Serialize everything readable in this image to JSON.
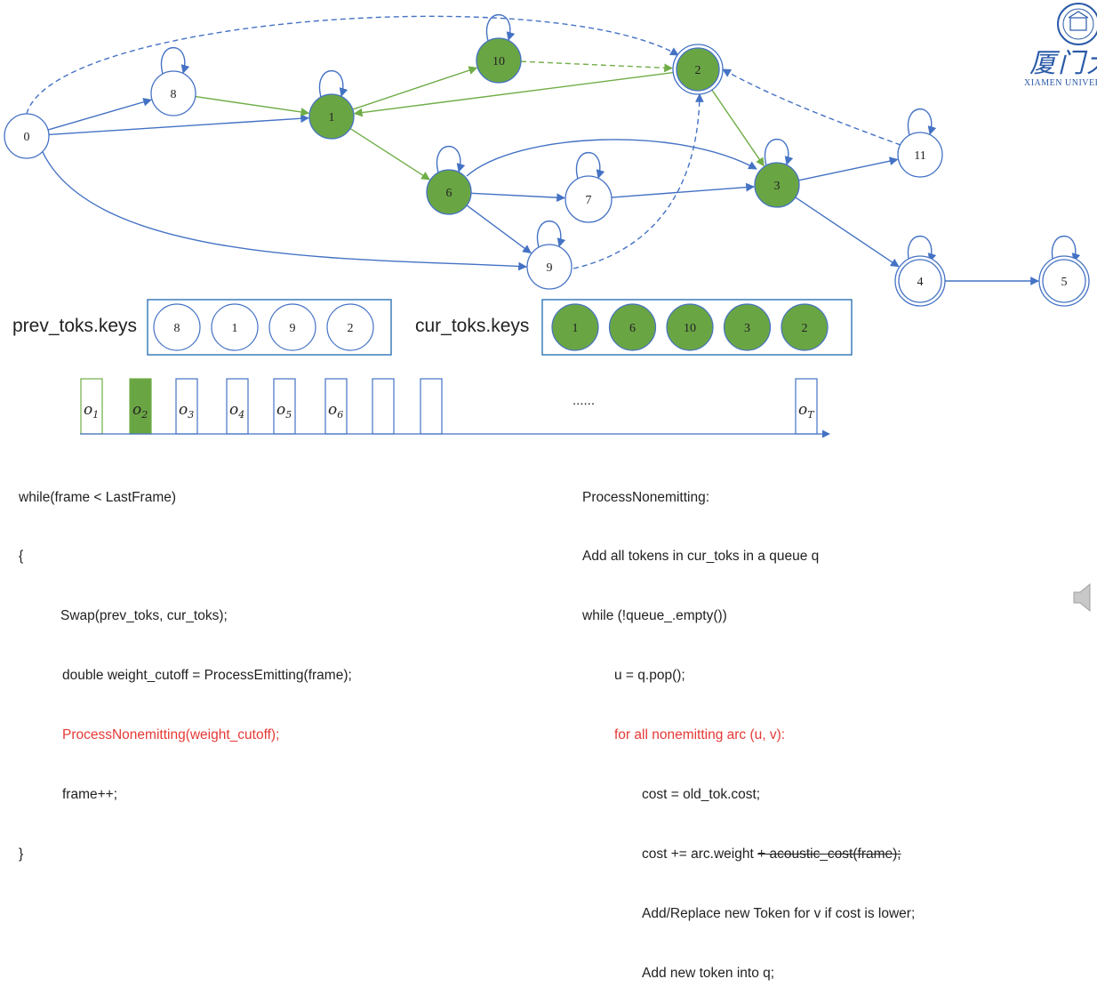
{
  "graph": {
    "nodes": [
      {
        "id": "0",
        "fill": "white"
      },
      {
        "id": "8",
        "fill": "white",
        "self_loop": true
      },
      {
        "id": "1",
        "fill": "green",
        "self_loop": true
      },
      {
        "id": "10",
        "fill": "green",
        "self_loop": true
      },
      {
        "id": "2",
        "fill": "green",
        "final": true
      },
      {
        "id": "6",
        "fill": "green",
        "self_loop": true
      },
      {
        "id": "7",
        "fill": "white",
        "self_loop": true
      },
      {
        "id": "9",
        "fill": "white",
        "self_loop": true
      },
      {
        "id": "3",
        "fill": "green",
        "self_loop": true
      },
      {
        "id": "11",
        "fill": "white",
        "self_loop": true
      },
      {
        "id": "4",
        "fill": "white",
        "self_loop": true,
        "final": true
      },
      {
        "id": "5",
        "fill": "white",
        "self_loop": true,
        "final": true
      }
    ],
    "arcs": [
      {
        "from": "0",
        "to": "2",
        "style": "dashed",
        "color": "blue"
      },
      {
        "from": "0",
        "to": "8",
        "style": "solid",
        "color": "blue"
      },
      {
        "from": "0",
        "to": "1",
        "style": "solid",
        "color": "blue"
      },
      {
        "from": "0",
        "to": "9",
        "style": "solid",
        "color": "blue"
      },
      {
        "from": "8",
        "to": "1",
        "style": "solid",
        "color": "green"
      },
      {
        "from": "1",
        "to": "10",
        "style": "solid",
        "color": "green"
      },
      {
        "from": "1",
        "to": "6",
        "style": "solid",
        "color": "green"
      },
      {
        "from": "10",
        "to": "2",
        "style": "dashed",
        "color": "green"
      },
      {
        "from": "2",
        "to": "1",
        "style": "solid",
        "color": "green"
      },
      {
        "from": "2",
        "to": "3",
        "style": "solid",
        "color": "green"
      },
      {
        "from": "11",
        "to": "2",
        "style": "dashed",
        "color": "blue"
      },
      {
        "from": "6",
        "to": "3",
        "style": "solid",
        "color": "blue"
      },
      {
        "from": "6",
        "to": "7",
        "style": "solid",
        "color": "blue"
      },
      {
        "from": "6",
        "to": "9",
        "style": "solid",
        "color": "blue"
      },
      {
        "from": "7",
        "to": "3",
        "style": "solid",
        "color": "blue"
      },
      {
        "from": "9",
        "to": "2",
        "style": "dashed",
        "color": "blue"
      },
      {
        "from": "3",
        "to": "11",
        "style": "solid",
        "color": "blue"
      },
      {
        "from": "3",
        "to": "4",
        "style": "solid",
        "color": "blue"
      },
      {
        "from": "4",
        "to": "5",
        "style": "solid",
        "color": "blue"
      }
    ]
  },
  "prev_toks": {
    "label": "prev_toks.keys",
    "keys": [
      "8",
      "1",
      "9",
      "2"
    ],
    "fill": "white"
  },
  "cur_toks": {
    "label": "cur_toks.keys",
    "keys": [
      "1",
      "6",
      "10",
      "3",
      "2"
    ],
    "fill": "green"
  },
  "timeline": {
    "frames": [
      {
        "label": "o",
        "sub": "1",
        "state": "done"
      },
      {
        "label": "o",
        "sub": "2",
        "state": "current"
      },
      {
        "label": "o",
        "sub": "3",
        "state": "pending"
      },
      {
        "label": "o",
        "sub": "4",
        "state": "pending"
      },
      {
        "label": "o",
        "sub": "5",
        "state": "pending"
      },
      {
        "label": "o",
        "sub": "6",
        "state": "pending"
      },
      {
        "label": "",
        "sub": "",
        "state": "pending"
      },
      {
        "label": "",
        "sub": "",
        "state": "pending"
      }
    ],
    "ellipsis": "......",
    "last_frame": {
      "label": "o",
      "sub": "T"
    }
  },
  "code_left": {
    "line1": "while(frame < LastFrame)",
    "line2": "{",
    "line3": "Swap(prev_toks, cur_toks);",
    "line4": "double weight_cutoff = ProcessEmitting(frame);",
    "line5": "ProcessNonemitting(weight_cutoff);",
    "line6": "frame++;",
    "line7": "}"
  },
  "code_right": {
    "line1": "ProcessNonemitting:",
    "line2": "Add all tokens in cur_toks in a queue q",
    "line3": "while (!queue_.empty())",
    "line4": "u = q.pop();",
    "line5": "for all nonemitting arc (u, v):",
    "line6": "cost = old_tok.cost;",
    "line7a": "cost += arc.weight ",
    "line7b": "+ acoustic_cost(frame);",
    "line8": "Add/Replace new Token for v if cost is lower;",
    "line9": "Add new token into q;"
  },
  "logo": {
    "brand": "厦门大学",
    "subtitle": "XIAMEN UNIVERSITY"
  },
  "colors": {
    "blue": "#4472c4",
    "green": "#70ad47",
    "node_green": "#6aa544",
    "red": "#e53935"
  }
}
